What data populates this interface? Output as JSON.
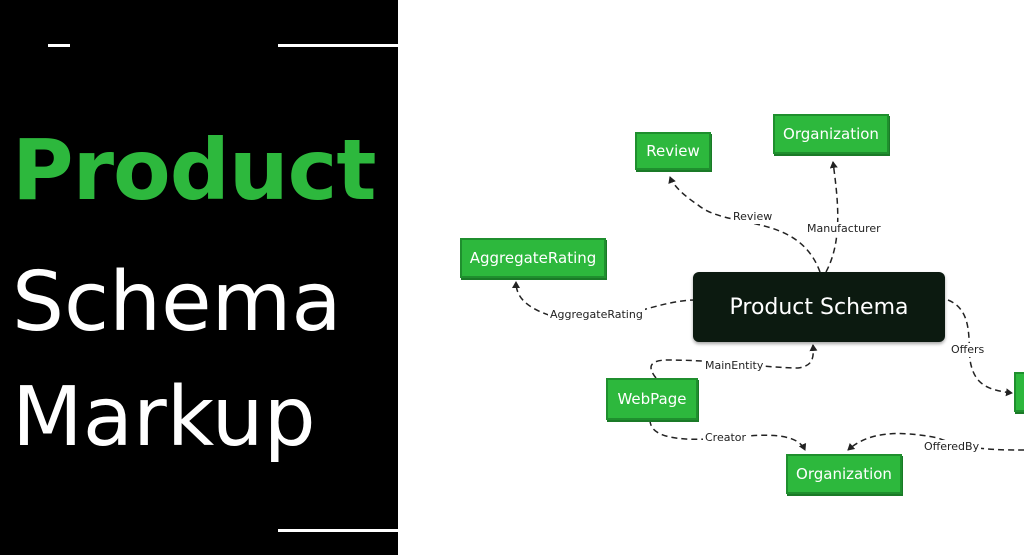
{
  "title": {
    "line1": "Product",
    "line2": "Schema",
    "line3": "Markup"
  },
  "diagram": {
    "center": "Product Schema",
    "nodes": {
      "review": "Review",
      "organization_top": "Organization",
      "aggregate_rating": "AggregateRating",
      "webpage": "WebPage",
      "organization_bottom": "Organization"
    },
    "edges": {
      "review": "Review",
      "manufacturer": "Manufacturer",
      "aggregate_rating": "AggregateRating",
      "main_entity": "MainEntity",
      "creator": "Creator",
      "offers": "Offers",
      "offered_by": "OfferedBy"
    }
  }
}
